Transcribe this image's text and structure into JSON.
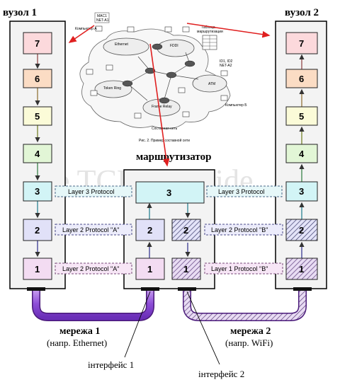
{
  "titles": {
    "node1": "вузол 1",
    "node2": "вузол 2",
    "router": "маршрутизатор",
    "net1": "мережа 1",
    "net1_sub": "(напр. Ethernet)",
    "net2": "мережа 2",
    "net2_sub": "(напр. WiFi)",
    "iface1": "інтерфейс 1",
    "iface2": "інтерфейс 2",
    "watermark": "The TCP/IP Guide"
  },
  "layers": {
    "l7": "7",
    "l6": "6",
    "l5": "5",
    "l4": "4",
    "l3": "3",
    "l2": "2",
    "l1": "1"
  },
  "protocols": {
    "l3": "Layer 3 Protocol",
    "l2a": "Layer 2 Protocol \"A\"",
    "l2b": "Layer 2 Protocol \"B\"",
    "l1a": "Layer 2 Protocol \"A\"",
    "l1b": "Layer 1 Protocol \"B\""
  },
  "inset": {
    "mac": "MAC1",
    "net": "NET-A1",
    "computer_a": "Компьютер А",
    "ethernet": "Ethernet",
    "fddi": "FDDI",
    "table": "Таблица",
    "table2": "маршрутизации",
    "id": "ID1, ID2",
    "net_a2": "NET-A2",
    "token_ring": "Token Ring",
    "atm": "ATM",
    "computer_b": "Компьютер Б",
    "frame_relay": "Frame Relay",
    "composite": "Составная сеть",
    "caption": "Рис. 2. Пример составной сети"
  },
  "colors": {
    "l7": "#fcd9dc",
    "l6": "#fbdcc4",
    "l5": "#fbfbd8",
    "l4": "#e2f6d6",
    "l3": "#d2f4f6",
    "l2": "#e1e1f8",
    "l1": "#f3dcf2",
    "red_arrow": "#e02020",
    "purple": "#8a4fd6"
  }
}
